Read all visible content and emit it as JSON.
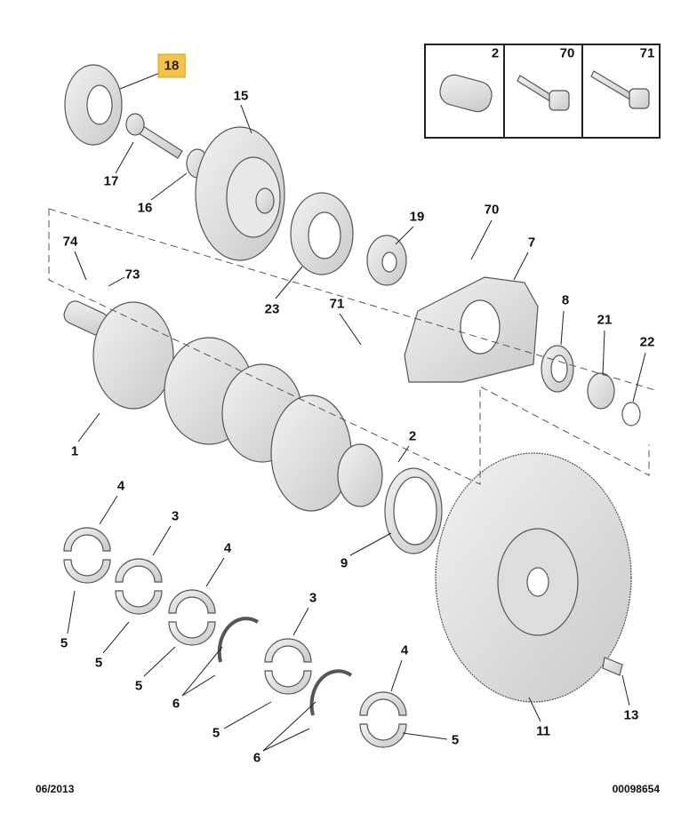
{
  "highlighted_part": "18",
  "highlight_color": "#f6c245",
  "inset": {
    "labels": [
      "2",
      "70",
      "71"
    ]
  },
  "callouts": {
    "p18": "18",
    "p15": "15",
    "p17": "17",
    "p16": "16",
    "p19": "19",
    "p70": "70",
    "p7": "7",
    "p74": "74",
    "p73": "73",
    "p23": "23",
    "p71": "71",
    "p8": "8",
    "p21": "21",
    "p22": "22",
    "p1": "1",
    "p2": "2",
    "p4a": "4",
    "p3a": "3",
    "p4b": "4",
    "p5a": "5",
    "p5b": "5",
    "p5c": "5",
    "p6a": "6",
    "p3b": "3",
    "p5d": "5",
    "p6b": "6",
    "p4c": "4",
    "p5e": "5",
    "p9": "9",
    "p11": "11",
    "p13": "13"
  },
  "footer": {
    "date": "06/2013",
    "reference": "00098654"
  }
}
